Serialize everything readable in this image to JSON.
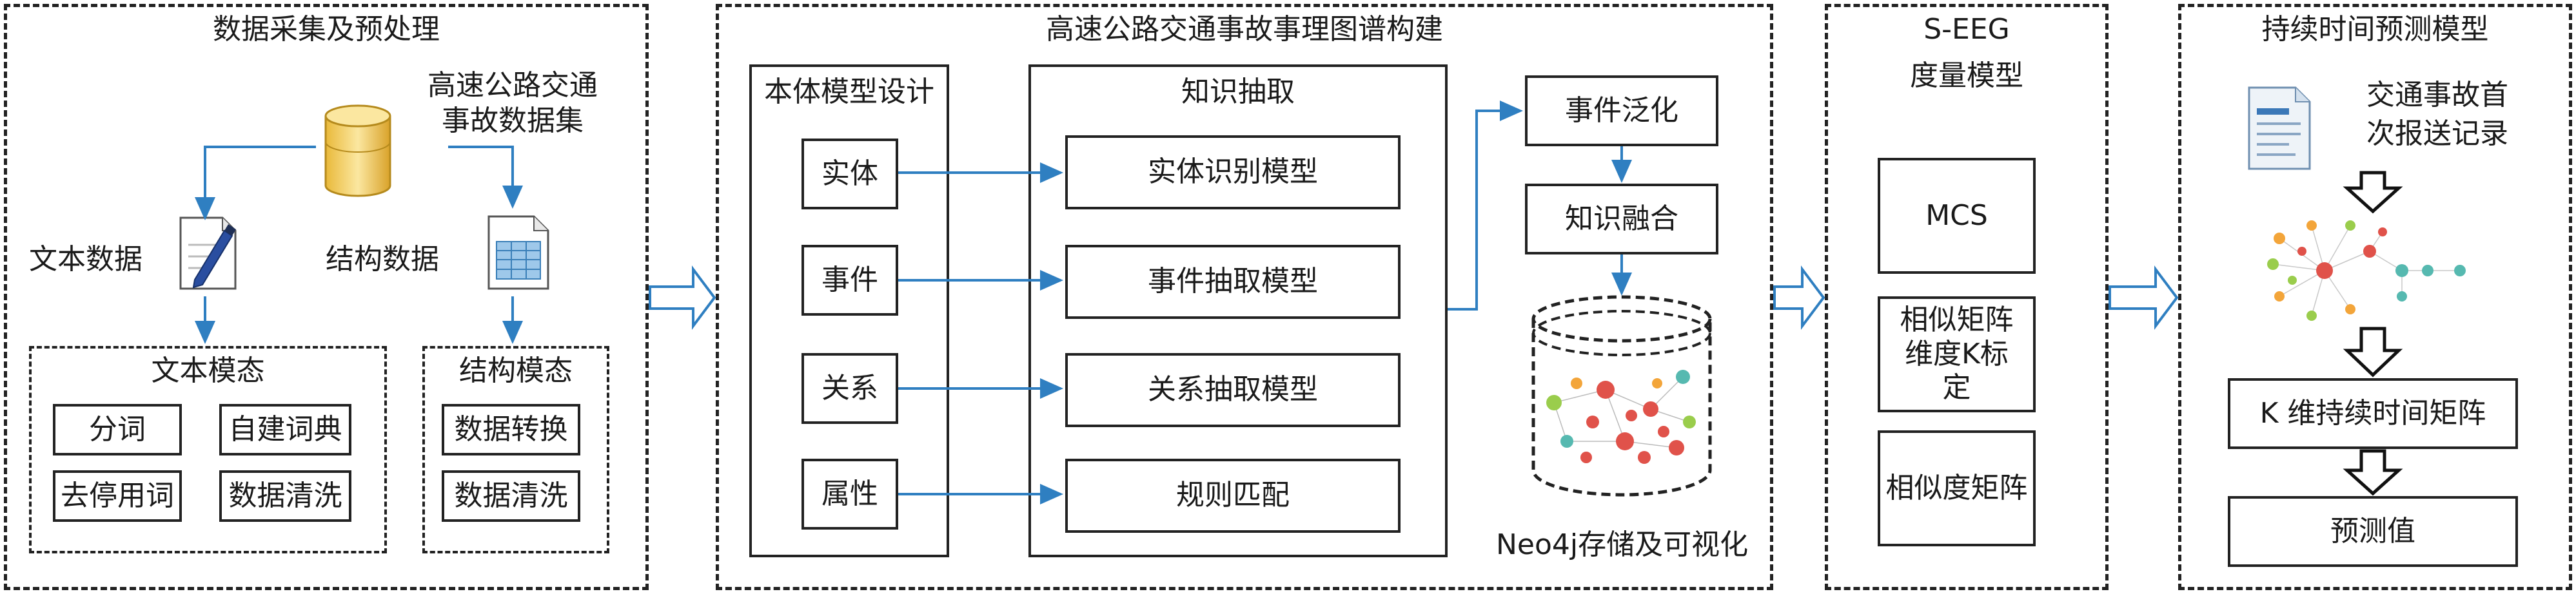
{
  "panel1": {
    "title": "数据采集及预处理",
    "dataset_label_line1": "高速公路交通",
    "dataset_label_line2": "事故数据集",
    "text_data_label": "文本数据",
    "structured_data_label": "结构数据",
    "text_modality": {
      "title": "文本模态",
      "items": [
        "分词",
        "自建词典",
        "去停用词",
        "数据清洗"
      ]
    },
    "struct_modality": {
      "title": "结构模态",
      "items": [
        "数据转换",
        "数据清洗"
      ]
    }
  },
  "panel2": {
    "title": "高速公路交通事故事理图谱构建",
    "ontology": {
      "title": "本体模型设计",
      "items": [
        "实体",
        "事件",
        "关系",
        "属性"
      ]
    },
    "extraction": {
      "title": "知识抽取",
      "items": [
        "实体识别模型",
        "事件抽取模型",
        "关系抽取模型",
        "规则匹配"
      ]
    },
    "generalization": "事件泛化",
    "fusion": "知识融合",
    "storage_label": "Neo4j存储及可视化"
  },
  "panel3": {
    "title_line1": "S-EEG",
    "title_line2": "度量模型",
    "items": [
      "MCS",
      "相似矩阵维度K标定",
      "相似度矩阵"
    ]
  },
  "panel4": {
    "title": "持续时间预测模型",
    "report_label_line1": "交通事故首",
    "report_label_line2": "次报送记录",
    "matrix_box": "K 维持续时间矩阵",
    "prediction_box": "预测值"
  },
  "colors": {
    "arrow_blue": "#2f7fc1",
    "border": "#222222",
    "graph_red": "#e0524a",
    "graph_orange": "#f3a53a",
    "graph_green": "#9acd4c",
    "graph_teal": "#56b9b0"
  },
  "icons": [
    "database-icon",
    "pen-document-icon",
    "table-document-icon",
    "neo4j-cylinder-icon",
    "report-document-icon",
    "knowledge-graph-icon",
    "hollow-arrow-icon"
  ]
}
